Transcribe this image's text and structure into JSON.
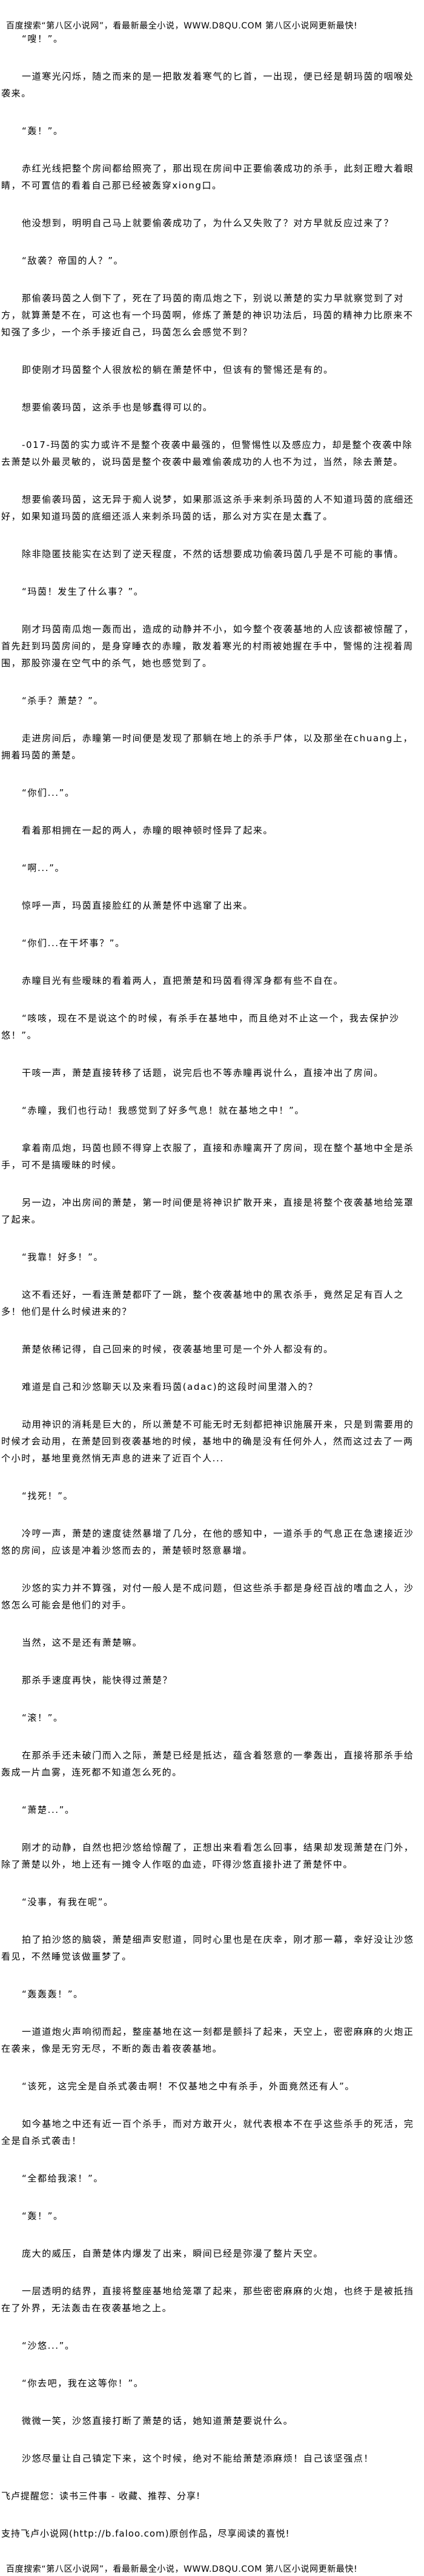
{
  "header": {
    "banner": "百度搜索“第八区小说网”，看最新最全小说，WWW.D8QU.COM  第八区小说网更新最快!"
  },
  "chapter": {
    "paragraphs": [
      "“嗖！”。",
      "一道寒光闪烁，随之而来的是一把散发着寒气的匕首，一出现，便已经是朝玛茵的咽喉处袭来。",
      "“轰！”。",
      "赤红光线把整个房间都给照亮了，那出现在房间中正要偷袭成功的杀手，此刻正瞪大着眼睛，不可置信的看着自己那已经被轰穿xiong口。",
      "他没想到，明明自己马上就要偷袭成功了，为什么又失败了？对方早就反应过来了？",
      "“敌袭？帝国的人？”。",
      "那偷袭玛茵之人倒下了，死在了玛茵的南瓜炮之下，别说以萧楚的实力早就察觉到了对方，就算萧楚不在，可这也有一个玛茵啊，修炼了萧楚的神识功法后，玛茵的精神力比原来不知强了多少，一个杀手接近自己，玛茵怎么会感觉不到？",
      "即使刚才玛茵整个人很放松的躺在萧楚怀中，但该有的警惕还是有的。",
      "想要偷袭玛茵，这杀手也是够蠢得可以的。",
      "-017-玛茵的实力或许不是整个夜袭中最强的，但警惕性以及感应力，却是整个夜袭中除去萧楚以外最灵敏的，说玛茵是整个夜袭中最难偷袭成功的人也不为过，当然，除去萧楚。",
      "想要偷袭玛茵，这无异于痴人说梦，如果那派这杀手来刺杀玛茵的人不知道玛茵的底细还好，如果知道玛茵的底细还派人来刺杀玛茵的话，那么对方实在是太蠢了。",
      "除非隐匿技能实在达到了逆天程度，不然的话想要成功偷袭玛茵几乎是不可能的事情。",
      "“玛茵！发生了什么事？”。",
      "刚才玛茵南瓜炮一轰而出，造成的动静并不小，如今整个夜袭基地的人应该都被惊醒了，首先赶到玛茵房间的，是身穿睡衣的赤瞳，散发着寒光的村雨被她握在手中，警惕的注视着周围，那股弥漫在空气中的杀气，她也感觉到了。",
      "“杀手？萧楚？”。",
      "走进房间后，赤瞳第一时间便是发现了那躺在地上的杀手尸体，以及那坐在chuang上，拥着玛茵的萧楚。",
      "“你们...”。",
      "看着那相拥在一起的两人，赤瞳的眼神顿时怪异了起来。",
      "“啊...”。",
      "惊呼一声，玛茵直接脸红的从萧楚怀中逃窜了出来。",
      "“你们...在干坏事？”。",
      "赤瞳目光有些暧昧的看着两人，直把萧楚和玛茵看得浑身都有些不自在。",
      "“咳咳，现在不是说这个的时候，有杀手在基地中，而且绝对不止这一个，我去保护沙悠！”。",
      "干咳一声，萧楚直接转移了话题，说完后也不等赤瞳再说什么，直接冲出了房间。",
      "“赤瞳，我们也行动！我感觉到了好多气息！就在基地之中！”。",
      "拿着南瓜炮，玛茵也顾不得穿上衣服了，直接和赤瞳离开了房间，现在整个基地中全是杀手，可不是搞暧昧的时候。",
      "另一边，冲出房间的萧楚，第一时间便是将神识扩散开来，直接是将整个夜袭基地给笼罩了起来。",
      "“我靠！好多！”。",
      "这不看还好，一看连萧楚都吓了一跳，整个夜袭基地中的黑衣杀手，竟然足足有百人之多！他们是什么时候进来的？",
      "萧楚依稀记得，自己回来的时候，夜袭基地里可是一个外人都没有的。",
      "难道是自己和沙悠聊天以及来看玛茵(adac)的这段时间里潜入的？",
      "动用神识的消耗是巨大的，所以萧楚不可能无时无刻都把神识施展开来，只是到需要用的时候才会动用，在萧楚回到夜袭基地的时候，基地中的确是没有任何外人，然而这过去了一两个小时，基地里竟然悄无声息的进来了近百个人...",
      "“找死！”。",
      "冷哼一声，萧楚的速度徒然暴增了几分，在他的感知中，一道杀手的气息正在急速接近沙悠的房间，应该是冲着沙悠而去的，萧楚顿时怒意暴增。",
      "沙悠的实力并不算强，对付一般人是不成问题，但这些杀手都是身经百战的嗜血之人，沙悠怎么可能会是他们的对手。",
      "当然，这不是还有萧楚嘛。",
      "那杀手速度再快，能快得过萧楚？",
      "“滚！”。",
      "在那杀手还未破门而入之际，萧楚已经是抵达，蕴含着怒意的一拳轰出，直接将那杀手给轰成一片血雾，连死都不知道怎么死的。",
      "“萧楚...”。",
      "刚才的动静，自然也把沙悠给惊醒了，正想出来看看怎么回事，结果却发现萧楚在门外，除了萧楚以外，地上还有一摊令人作呕的血迹，吓得沙悠直接扑进了萧楚怀中。",
      "“没事，有我在呢”。",
      "拍了拍沙悠的脑袋，萧楚细声安慰道，同时心里也是在庆幸，刚才那一幕，幸好没让沙悠看见，不然睡觉该做噩梦了。",
      "“轰轰轰！”。",
      "一道道炮火声响彻而起，整座基地在这一刻都是颤抖了起来，天空上，密密麻麻的火炮正在袭来，像是无穷无尽，不断的轰击着夜袭基地。",
      "“该死，这完全是自杀式袭击啊！不仅基地之中有杀手，外面竟然还有人”。",
      "如今基地之中还有近一百个杀手，而对方敢开火，就代表根本不在乎这些杀手的死活，完全是自杀式袭击！",
      "“全都给我滚！”。",
      "“轰！”。",
      "庞大的威压，自萧楚体内爆发了出来，瞬间已经是弥漫了整片天空。",
      "一层透明的结界，直接将整座基地给笼罩了起来，那些密密麻麻的火炮，也终于是被抵挡在了外界，无法轰击在夜袭基地之上。",
      "“沙悠...”。",
      "“你去吧，我在这等你！”。",
      "微微一笑，沙悠直接打断了萧楚的话，她知道萧楚要说什么。",
      "沙悠尽量让自己镇定下来，这个时候，绝对不能给萧楚添麻烦！自己该坚强点！"
    ]
  },
  "footer": {
    "reminder": "飞卢提醒您：读书三件事 - 收藏、推荐、分享!",
    "support": "支持飞卢小说网(http://b.faloo.com)原创作品，尽享阅读的喜悦!",
    "banner": "百度搜索“第八区小说网”，看最新最全小说，WWW.D8QU.COM  第八区小说网更新最快!"
  }
}
